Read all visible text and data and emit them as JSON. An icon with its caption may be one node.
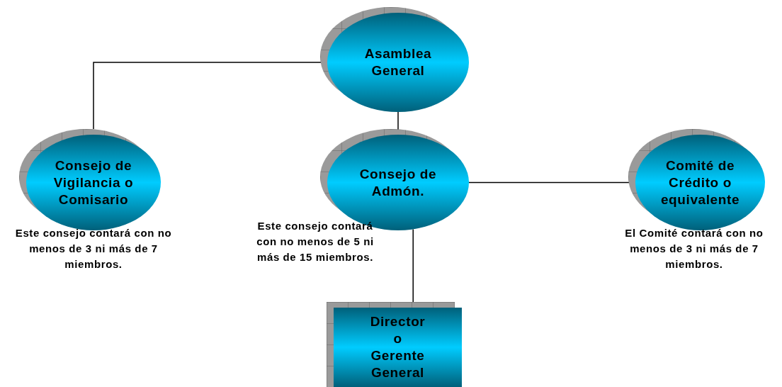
{
  "diagram": {
    "nodes": [
      {
        "text": [
          "Asamblea General"
        ]
      },
      {
        "text": [
          "Consejo de Vigilancia o Comisario"
        ],
        "beside": [
          "Este consejo contará con no menos de 3 ni más de 7 miembros."
        ]
      },
      {
        "text": [
          "Consejo de Admón."
        ],
        "beside": [
          "Este consejo contará con no menos de 5 ni más de 15 miembros."
        ]
      },
      {
        "text": [
          "Comité de Crédito o equivalente"
        ],
        "beside": [
          "El Comité contará con no menos de 3 ni más de 7 miembros."
        ]
      },
      {
        "text": [
          "Director o Gerente General"
        ]
      }
    ],
    "edges": [
      {
        "from": 0,
        "to": 1,
        "arrow": "none"
      },
      {
        "from": 0,
        "to": 2,
        "arrow": "none"
      },
      {
        "from": 2,
        "to": 3,
        "arrow": "none"
      },
      {
        "from": 2,
        "to": 4,
        "arrow": "none"
      }
    ]
  }
}
